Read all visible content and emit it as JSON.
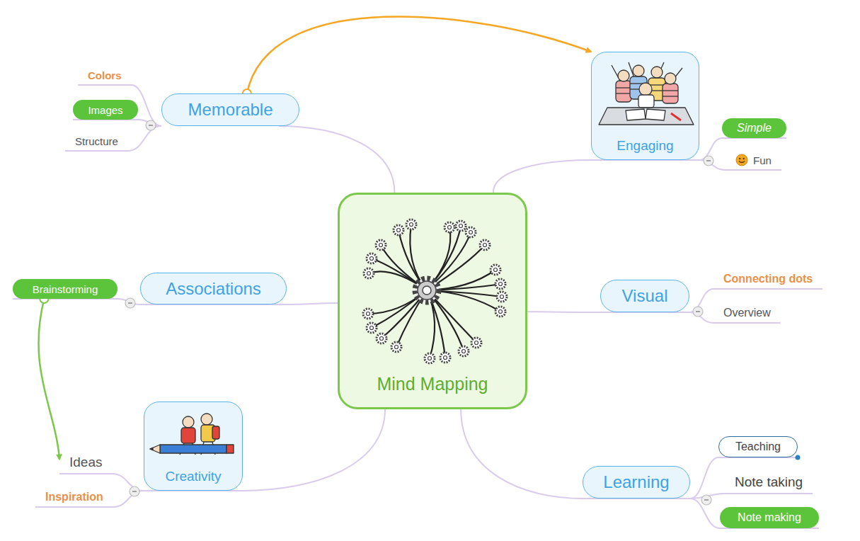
{
  "diagram": {
    "nodes": [
      {
        "text": [
          "Mind Mapping"
        ]
      },
      {
        "text": [
          "Memorable"
        ]
      },
      {
        "text": [
          "Colors"
        ]
      },
      {
        "text": [
          "Images"
        ]
      },
      {
        "text": [
          "Structure"
        ]
      },
      {
        "text": [
          "Engaging"
        ]
      },
      {
        "text": [
          "Simple"
        ]
      },
      {
        "text": [
          "Fun"
        ]
      },
      {
        "text": [
          "Associations"
        ]
      },
      {
        "text": [
          "Brainstorming"
        ]
      },
      {
        "text": [
          "Visual"
        ]
      },
      {
        "text": [
          "Connecting dots"
        ]
      },
      {
        "text": [
          "Overview"
        ]
      },
      {
        "text": [
          "Creativity"
        ]
      },
      {
        "text": [
          "Ideas"
        ]
      },
      {
        "text": [
          "Inspiration"
        ]
      },
      {
        "text": [
          "Learning"
        ]
      },
      {
        "text": [
          "Teaching"
        ]
      },
      {
        "text": [
          "Note taking"
        ]
      },
      {
        "text": [
          "Note making"
        ]
      }
    ],
    "edges": [
      {
        "from": 0,
        "to": 1,
        "arrow": "none"
      },
      {
        "from": 0,
        "to": 5,
        "arrow": "none"
      },
      {
        "from": 0,
        "to": 8,
        "arrow": "none"
      },
      {
        "from": 0,
        "to": 10,
        "arrow": "none"
      },
      {
        "from": 0,
        "to": 13,
        "arrow": "none"
      },
      {
        "from": 0,
        "to": 16,
        "arrow": "none"
      },
      {
        "from": 1,
        "to": 2,
        "arrow": "none"
      },
      {
        "from": 1,
        "to": 3,
        "arrow": "none"
      },
      {
        "from": 1,
        "to": 4,
        "arrow": "none"
      },
      {
        "from": 5,
        "to": 6,
        "arrow": "none"
      },
      {
        "from": 5,
        "to": 7,
        "arrow": "none"
      },
      {
        "from": 8,
        "to": 9,
        "arrow": "none"
      },
      {
        "from": 10,
        "to": 11,
        "arrow": "none"
      },
      {
        "from": 10,
        "to": 12,
        "arrow": "none"
      },
      {
        "from": 13,
        "to": 14,
        "arrow": "none"
      },
      {
        "from": 13,
        "to": 15,
        "arrow": "none"
      },
      {
        "from": 16,
        "to": 17,
        "arrow": "none"
      },
      {
        "from": 16,
        "to": 18,
        "arrow": "none"
      },
      {
        "from": 16,
        "to": 19,
        "arrow": "none"
      },
      {
        "from": 1,
        "to": 5,
        "arrow": "to"
      },
      {
        "from": 9,
        "to": 14,
        "arrow": "to"
      }
    ]
  }
}
